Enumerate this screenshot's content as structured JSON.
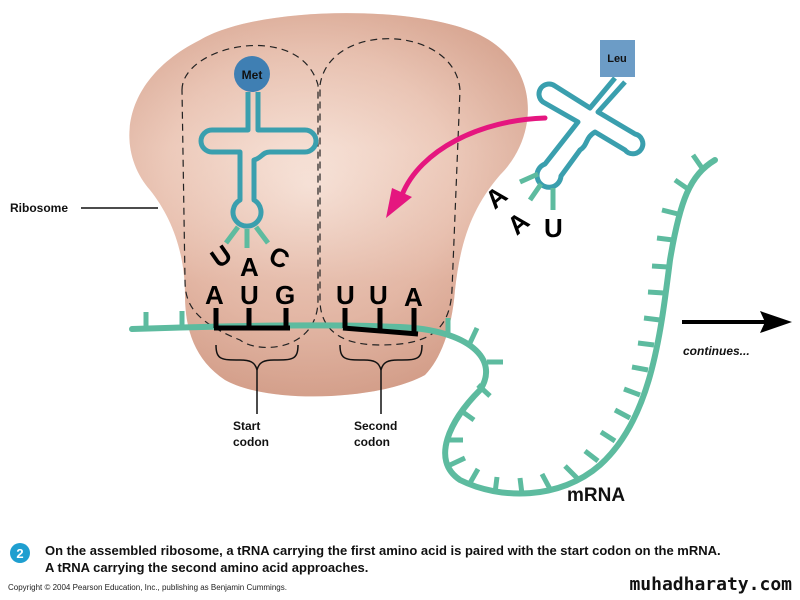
{
  "colors": {
    "ribosome": "#e2b3a0",
    "ribosome_light": "#f6ddd2",
    "trna": "#3a9fae",
    "mrna": "#5dbb9f",
    "amino_acid_met": "#3f7fb3",
    "amino_acid_leu": "#6c9cc6",
    "arrow": "#e5167f",
    "badge": "#1f9fd0"
  },
  "labels": {
    "ribosome": "Ribosome",
    "met": "Met",
    "leu": "Leu",
    "start_codon_line1": "Start",
    "start_codon_line2": "codon",
    "second_codon_line1": "Second",
    "second_codon_line2": "codon",
    "continues": "continues...",
    "mrna": "mRNA"
  },
  "trna_met_anticodon": [
    "U",
    "A",
    "C"
  ],
  "trna_leu_anticodon": [
    "A",
    "A",
    "U"
  ],
  "start_codon": [
    "A",
    "U",
    "G"
  ],
  "second_codon": [
    "U",
    "U",
    "A"
  ],
  "caption": {
    "step_number": "2",
    "text_line1": "On the assembled ribosome, a tRNA carrying the first amino acid is paired with the start codon on the mRNA.",
    "text_line2": "A tRNA carrying the second amino acid approaches."
  },
  "copyright": "Copyright © 2004 Pearson Education, Inc., publishing as Benjamin Cummings.",
  "watermark": "muhadharaty.com"
}
